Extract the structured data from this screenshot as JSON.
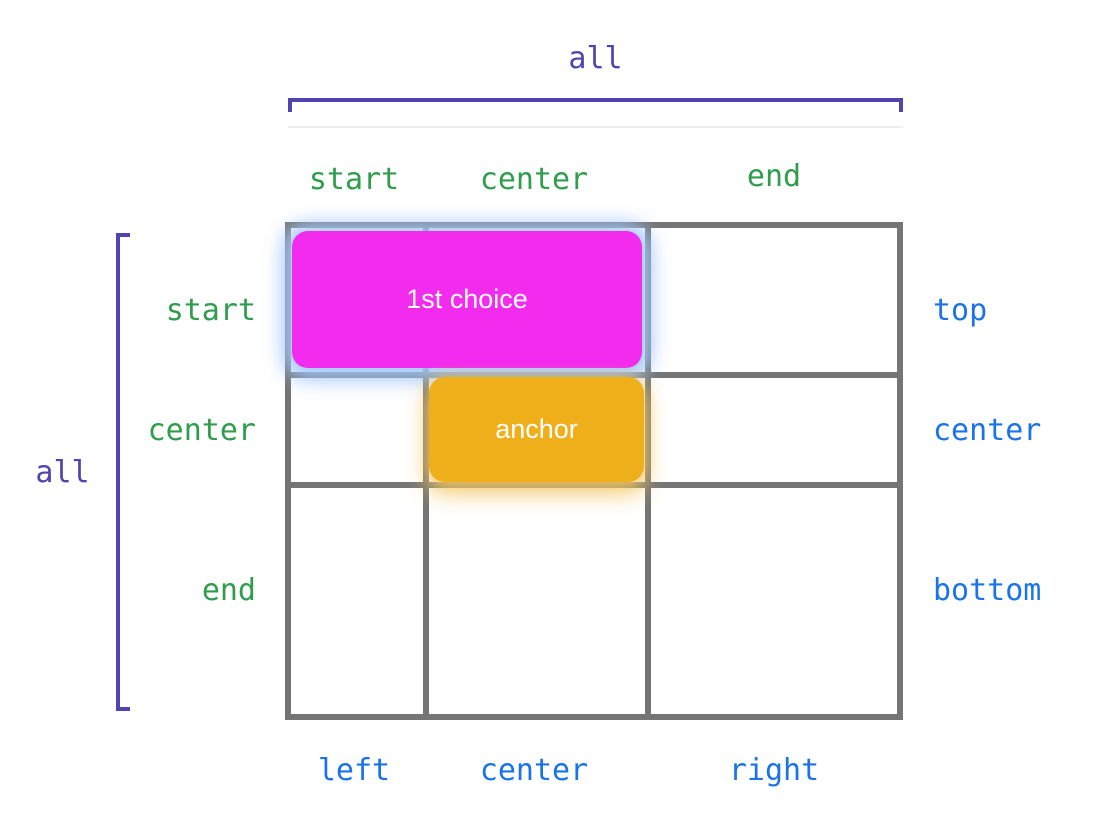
{
  "diagram": {
    "top_axis": {
      "group_label": "all",
      "column_labels": [
        "start",
        "center",
        "end"
      ]
    },
    "left_axis": {
      "group_label": "all",
      "row_labels": [
        "start",
        "center",
        "end"
      ]
    },
    "right_axis": {
      "row_labels": [
        "top",
        "center",
        "bottom"
      ]
    },
    "bottom_axis": {
      "column_labels": [
        "left",
        "center",
        "right"
      ]
    },
    "boxes": {
      "first_choice_label": "1st choice",
      "anchor_label": "anchor"
    },
    "colors": {
      "bracket_purple": "#4F45AE",
      "logical_green": "#2F9E4C",
      "physical_blue": "#1A73E8",
      "first_choice_magenta": "#F22BEF",
      "anchor_orange": "#EFAF1B",
      "grid_gray": "#757575",
      "first_choice_glow": "#A5C8FA",
      "anchor_glow": "#F3C65F"
    }
  }
}
